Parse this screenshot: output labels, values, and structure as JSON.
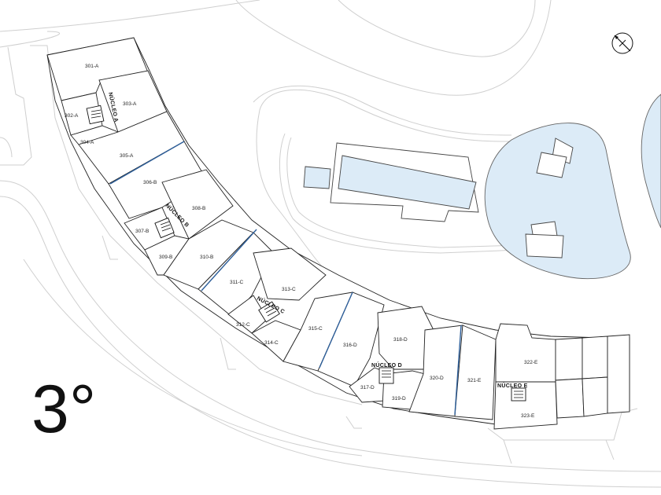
{
  "floor": {
    "label": "3°"
  },
  "units": [
    {
      "id": "301-A"
    },
    {
      "id": "302-A"
    },
    {
      "id": "303-A"
    },
    {
      "id": "304-A"
    },
    {
      "id": "305-A"
    },
    {
      "id": "306-B"
    },
    {
      "id": "307-B"
    },
    {
      "id": "308-B"
    },
    {
      "id": "309-B"
    },
    {
      "id": "310-B"
    },
    {
      "id": "311-C"
    },
    {
      "id": "312-C"
    },
    {
      "id": "313-C"
    },
    {
      "id": "314-C"
    },
    {
      "id": "315-C"
    },
    {
      "id": "316-D"
    },
    {
      "id": "317-D"
    },
    {
      "id": "318-D"
    },
    {
      "id": "319-D"
    },
    {
      "id": "320-D"
    },
    {
      "id": "321-E"
    },
    {
      "id": "322-E"
    },
    {
      "id": "323-E"
    }
  ],
  "cores": [
    {
      "label": "NÚCLEO A"
    },
    {
      "label": "NÚCLEO B"
    },
    {
      "label": "NÚCLEO C"
    },
    {
      "label": "NÚCLEO D"
    },
    {
      "label": "NÚCLEO E"
    }
  ],
  "compass": {
    "icon": "north-arrow-icon"
  },
  "colors": {
    "water": "#dcebf7",
    "separator": "#2e5f9a",
    "lines": "#222222",
    "site": "#cfcfcf"
  }
}
